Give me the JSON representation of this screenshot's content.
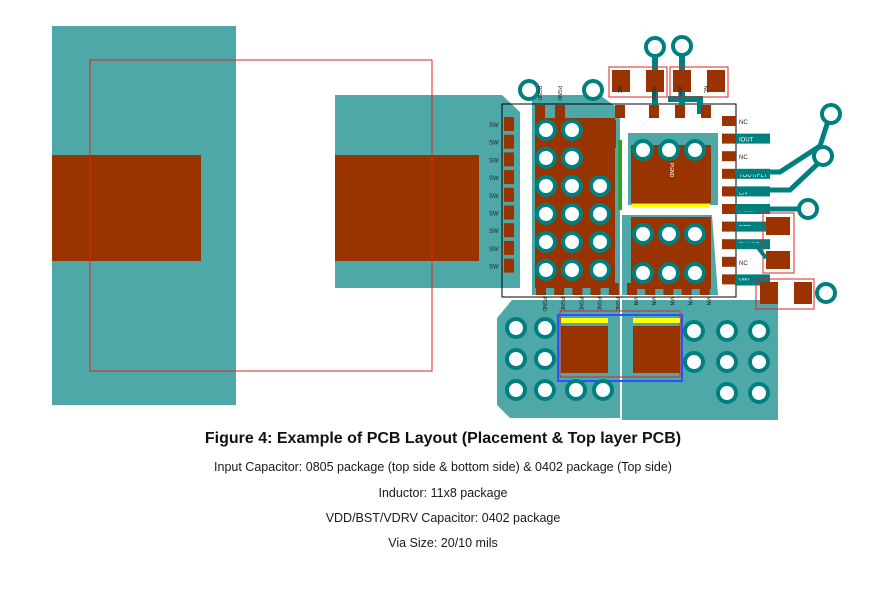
{
  "figure": {
    "title": "Figure 4: Example of PCB Layout (Placement & Top layer PCB)",
    "lines": [
      "Input Capacitor: 0805 package (top side & bottom side) & 0402 package (Top side)",
      "Inductor: 11x8 package",
      "VDD/BST/VDRV Capacitor: 0402 package",
      "Via Size: 20/10 mils"
    ]
  },
  "pcb": {
    "colors": {
      "copper_pour": "#4fa8a8",
      "pad": "#993300",
      "via_ring": "#007f7f",
      "outline": "#d92525",
      "yellow_trace": "#ffff00",
      "blue_trace": "#2a52ff"
    },
    "left_pins": [
      "SW",
      "SW",
      "SW",
      "SW",
      "SW",
      "SW",
      "SW",
      "SW",
      "SW"
    ],
    "right_pins": [
      "NC",
      "IOUT",
      "NC",
      "TOUT/FLT",
      "EN",
      "PWM",
      "BST",
      "PHASE",
      "NC",
      "VIN"
    ],
    "top_pins": [
      "PGND",
      "PGND",
      "NC",
      "VDRV",
      "VDD",
      "NC"
    ],
    "bottom_pins": [
      "PGND",
      "PGND",
      "PGND",
      "PGND",
      "PGND",
      "VIN",
      "VIN",
      "VIN",
      "VIN",
      "VIN"
    ],
    "center_pad_label": "PGND",
    "small_cap_label": "NC"
  }
}
